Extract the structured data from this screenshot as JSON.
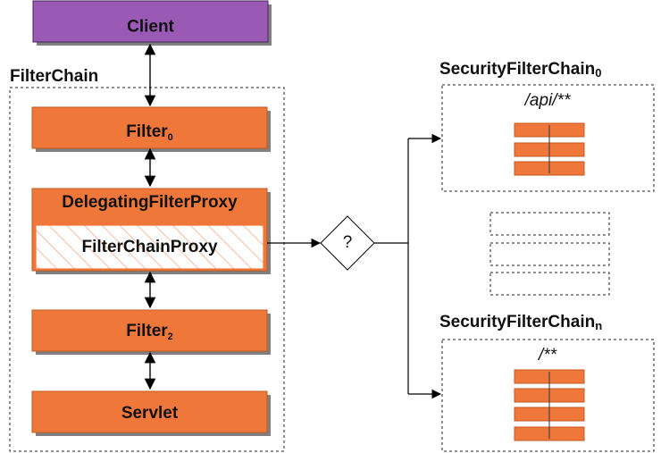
{
  "client": {
    "label": "Client"
  },
  "filter_chain": {
    "label": "FilterChain",
    "filter0": {
      "base": "Filter",
      "sub": "0"
    },
    "delegating": {
      "label": "DelegatingFilterProxy"
    },
    "filter_chain_proxy": {
      "label": "FilterChainProxy"
    },
    "filter2": {
      "base": "Filter",
      "sub": "2"
    },
    "servlet": {
      "label": "Servlet"
    }
  },
  "decision": {
    "label": "?"
  },
  "security_chain_0": {
    "base": "SecurityFilterChain",
    "sub": "0",
    "pattern": "/api/**"
  },
  "security_chain_n": {
    "base": "SecurityFilterChain",
    "sub": "n",
    "pattern": "/**"
  },
  "colors": {
    "client_fill": "#9b59b6",
    "client_stroke": "#4a235a",
    "filter_fill": "#f0773a",
    "filter_stroke": "#c2581f",
    "shadow": "#7f7f7f"
  }
}
